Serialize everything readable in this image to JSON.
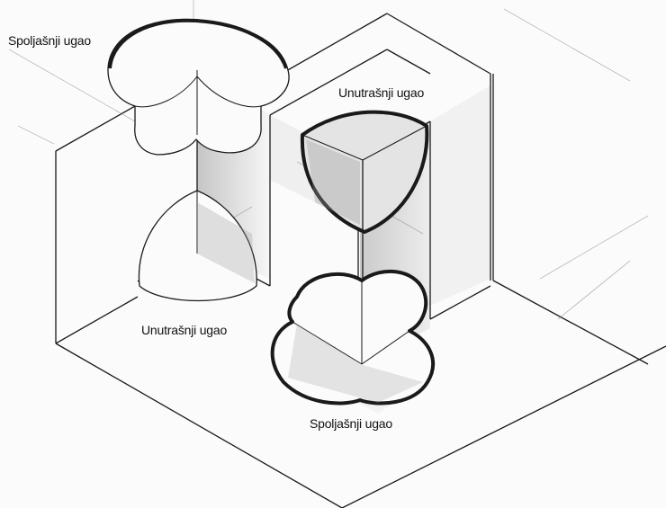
{
  "labels": {
    "outer_corner_top": "Spoljašnji ugao",
    "inner_corner_top": "Unutrašnji ugao",
    "inner_corner_floor": "Unutrašnji ugao",
    "outer_corner_floor": "Spoljašnji ugao"
  },
  "colors": {
    "line": "#1a1a1a",
    "pencil": "#6e6e6e",
    "shade": "#9a9a9a",
    "paper": "#fbfbfb"
  }
}
